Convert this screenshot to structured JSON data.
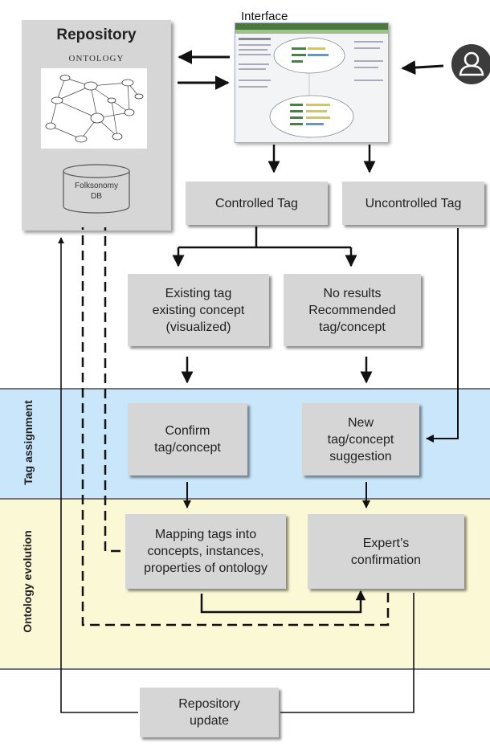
{
  "repository": {
    "title": "Repository",
    "ontology_label": "ONTOLOGY",
    "db_label_line1": "Folksonomy",
    "db_label_line2": "DB"
  },
  "interface": {
    "title": "Interface"
  },
  "user": {
    "icon": "user-avatar-icon"
  },
  "nodes": {
    "controlled_tag": "Controlled Tag",
    "uncontrolled_tag": "Uncontrolled Tag",
    "existing_tag": [
      "Existing tag",
      "existing concept",
      "(visualized)"
    ],
    "no_results": [
      "No results",
      "Recommended",
      "tag/concept"
    ],
    "confirm": [
      "Confirm",
      "tag/concept"
    ],
    "new_suggestion": [
      "New",
      "tag/concept",
      "suggestion"
    ],
    "mapping": [
      "Mapping tags into",
      "concepts, instances,",
      "properties of ontology"
    ],
    "expert": [
      "Expert’s",
      "confirmation"
    ],
    "repository_update": [
      "Repository",
      "update"
    ]
  },
  "bands": {
    "tag_assignment": "Tag assignment",
    "ontology_evolution": "Ontology evolution"
  },
  "colors": {
    "tag_band": "#c9e6fb",
    "ontology_band": "#fbf8d5",
    "box": "#d6d6d6"
  }
}
